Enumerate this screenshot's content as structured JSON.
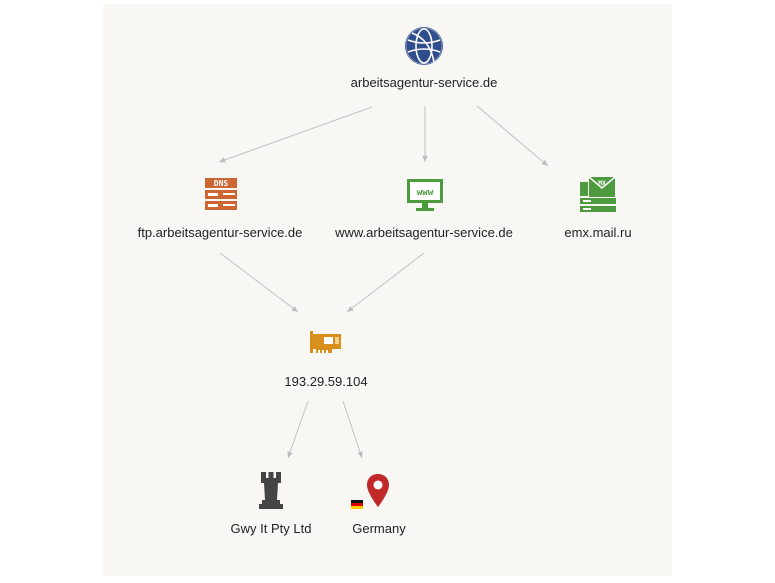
{
  "colors": {
    "background": "#f8f7f3",
    "edge": "#c2c2c2",
    "domain_icon": "#2f4d8a",
    "dns_icon": "#cc6633",
    "www_icon": "#4e9a3e",
    "mx_icon": "#4e9a3e",
    "ip_icon": "#d98f1c",
    "org_icon": "#444444",
    "location_icon": "#c0282a"
  },
  "nodes": {
    "domain": {
      "label": "arbeitsagentur-service.de",
      "icon": "globe-icon"
    },
    "dns": {
      "label": "ftp.arbeitsagentur-service.de",
      "icon": "dns-server-icon",
      "badge": "DNS"
    },
    "www": {
      "label": "www.arbeitsagentur-service.de",
      "icon": "www-monitor-icon",
      "badge": "www"
    },
    "mx": {
      "label": "emx.mail.ru",
      "icon": "mx-mail-icon",
      "badge": "MX"
    },
    "ip": {
      "label": "193.29.59.104",
      "icon": "network-card-icon"
    },
    "org": {
      "label": "Gwy It Pty Ltd",
      "icon": "rook-icon"
    },
    "location": {
      "label": "Germany",
      "icon": "map-pin-icon",
      "flag": "german-flag-icon"
    }
  },
  "edges": [
    {
      "from": "domain",
      "to": "dns"
    },
    {
      "from": "domain",
      "to": "www"
    },
    {
      "from": "domain",
      "to": "mx"
    },
    {
      "from": "dns",
      "to": "ip"
    },
    {
      "from": "www",
      "to": "ip"
    },
    {
      "from": "ip",
      "to": "org"
    },
    {
      "from": "ip",
      "to": "location"
    }
  ]
}
